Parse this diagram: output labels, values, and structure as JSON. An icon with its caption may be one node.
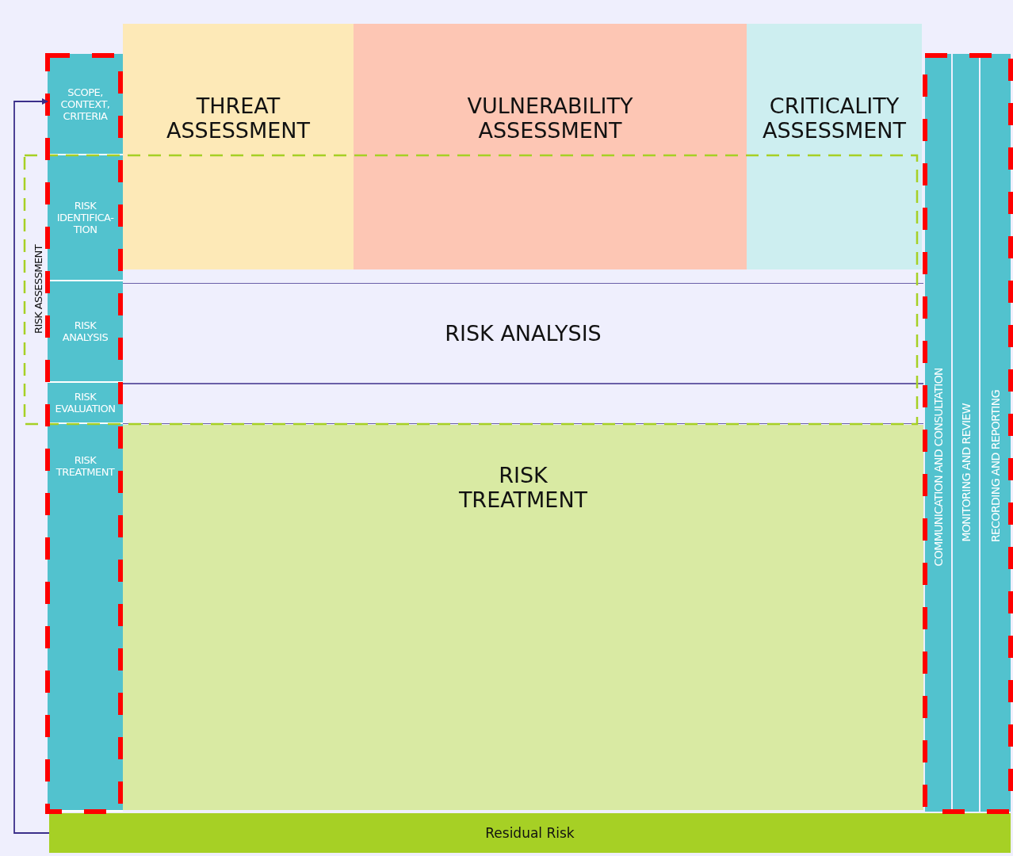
{
  "diagram": {
    "nodes": [
      {
        "text": [
          "SCOPE, CONTEXT, CRITERIA"
        ]
      },
      {
        "text": [
          "RISK IDENTIFICA- TION"
        ]
      },
      {
        "text": [
          "RISK ANALYSIS"
        ]
      },
      {
        "text": [
          "RISK EVALUATION"
        ]
      },
      {
        "text": [
          "RISK TREATMENT"
        ]
      },
      {
        "text": [
          "THREAT ASSESSMENT"
        ]
      },
      {
        "text": [
          "VULNERABILITY ASSESSMENT"
        ]
      },
      {
        "text": [
          "CRITICALITY ASSESSMENT"
        ]
      },
      {
        "text": [
          "RISK ANALYSIS"
        ]
      },
      {
        "text": [],
        "shape": "box"
      },
      {
        "text": [
          "RISK TREATMENT"
        ]
      },
      {
        "text": [
          "COMMUNICATION AND CONSULTATION"
        ]
      },
      {
        "text": [
          "MONITORING AND REVIEW"
        ]
      },
      {
        "text": [
          "RECORDING AND REPORTING"
        ]
      },
      {
        "text": [
          "RISK ASSESSMENT"
        ]
      },
      {
        "text": [
          "Residual Risk"
        ]
      }
    ],
    "edges": [
      {
        "from": 15,
        "to": 0,
        "arrow": "to"
      }
    ]
  }
}
